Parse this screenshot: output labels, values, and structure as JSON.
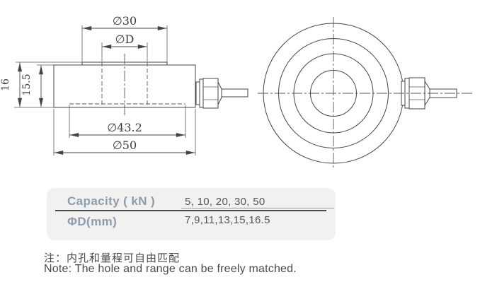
{
  "drawing": {
    "side_view": {
      "dim_boss_diameter": "∅30",
      "dim_hole_diameter": "∅D",
      "dim_height_total": "16",
      "dim_height_body": "15.5",
      "dim_recess_diameter": "∅43.2",
      "dim_outer_diameter": "∅50"
    },
    "top_view": {
      "circle_count": 4,
      "features": [
        "outer-body",
        "bottom-recess",
        "top-boss",
        "center-hole",
        "cable-gland",
        "cable"
      ]
    }
  },
  "spec_table": {
    "rows": [
      {
        "label": "Capacity ( kN )",
        "value": "5, 10, 20, 30, 50"
      },
      {
        "label": "ΦD(mm)",
        "value": "7,9,11,13,15,16.5"
      }
    ]
  },
  "notes": {
    "zh": "注：内孔和量程可自由匹配",
    "en": "Note: The hole and range can be freely matched."
  },
  "colors": {
    "line": "#454545",
    "table_label": "#8d9cab",
    "table_value": "#565656",
    "panel_bg": "#f1f1f1",
    "separator_dark": "#4a4a4a",
    "separator_thin": "#9b9b9b",
    "note_text": "#4a4a4a",
    "background": "#ffffff"
  }
}
